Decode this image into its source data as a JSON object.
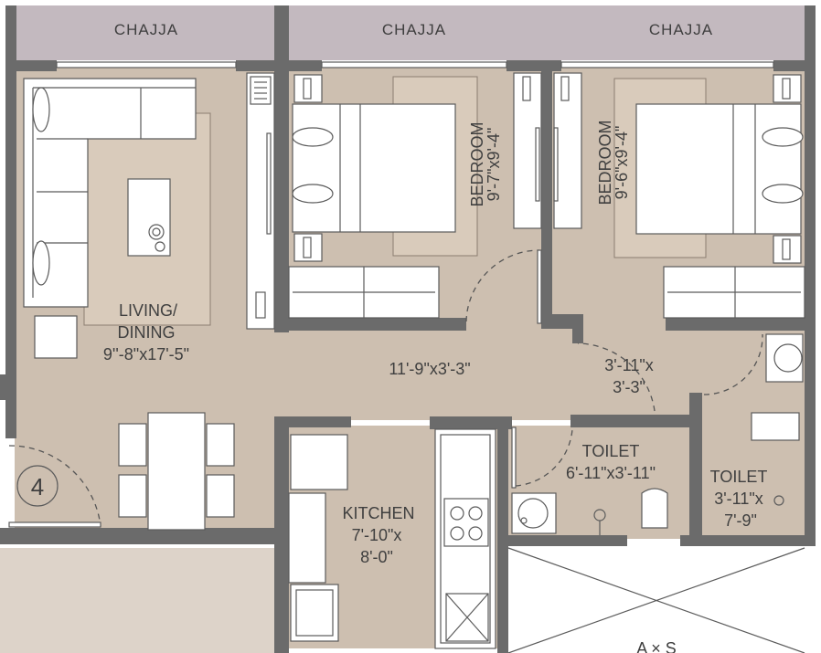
{
  "chajja": [
    "CHAJJA",
    "CHAJJA",
    "CHAJJA"
  ],
  "rooms": {
    "living_line1": "LIVING/",
    "living_line2": "DINING",
    "living_dim": "9''-8\"x17'-5\"",
    "passage_dim": "11'-9\"x3'-3\"",
    "bed1_title": "BEDROOM",
    "bed1_dim": "9'-7\"x9'-4\"",
    "bed2_title": "BEDROOM",
    "bed2_dim": "9'-6\"x9'-4\"",
    "lobby_dim1": "3'-11\"x",
    "lobby_dim2": "3'-3\"",
    "toilet1_title": "TOILET",
    "toilet1_dim": "6'-11\"x3'-11\"",
    "toilet2_title": "TOILET",
    "toilet2_dim1": "3'-11\"x",
    "toilet2_dim2": "7'-9\"",
    "kitchen_title": "KITCHEN",
    "kitchen_dim1": "7'-10\"x",
    "kitchen_dim2": "8'-0\"",
    "unit_number": "4",
    "corridor_partial": "A × S"
  },
  "colors": {
    "wall": "#6b6b6b",
    "floor": "#cdbfb0",
    "chajja": "#c3b9bf",
    "furniture": "#ffffff"
  }
}
